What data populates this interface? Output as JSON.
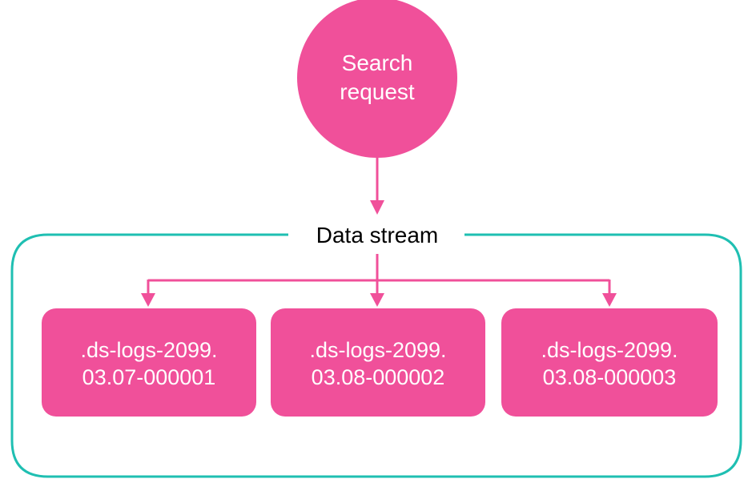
{
  "diagram": {
    "request": {
      "line1": "Search",
      "line2": "request"
    },
    "stream": {
      "label": "Data stream"
    },
    "indices": [
      {
        "line1": ".ds-logs-2099.",
        "line2": "03.07-000001"
      },
      {
        "line1": ".ds-logs-2099.",
        "line2": "03.08-000002"
      },
      {
        "line1": ".ds-logs-2099.",
        "line2": "03.08-000003"
      }
    ],
    "colors": {
      "node": "#f0509a",
      "arrow": "#f0509a",
      "container": "#1fbfb2",
      "stream_text": "#000000",
      "node_text": "#ffffff"
    }
  }
}
